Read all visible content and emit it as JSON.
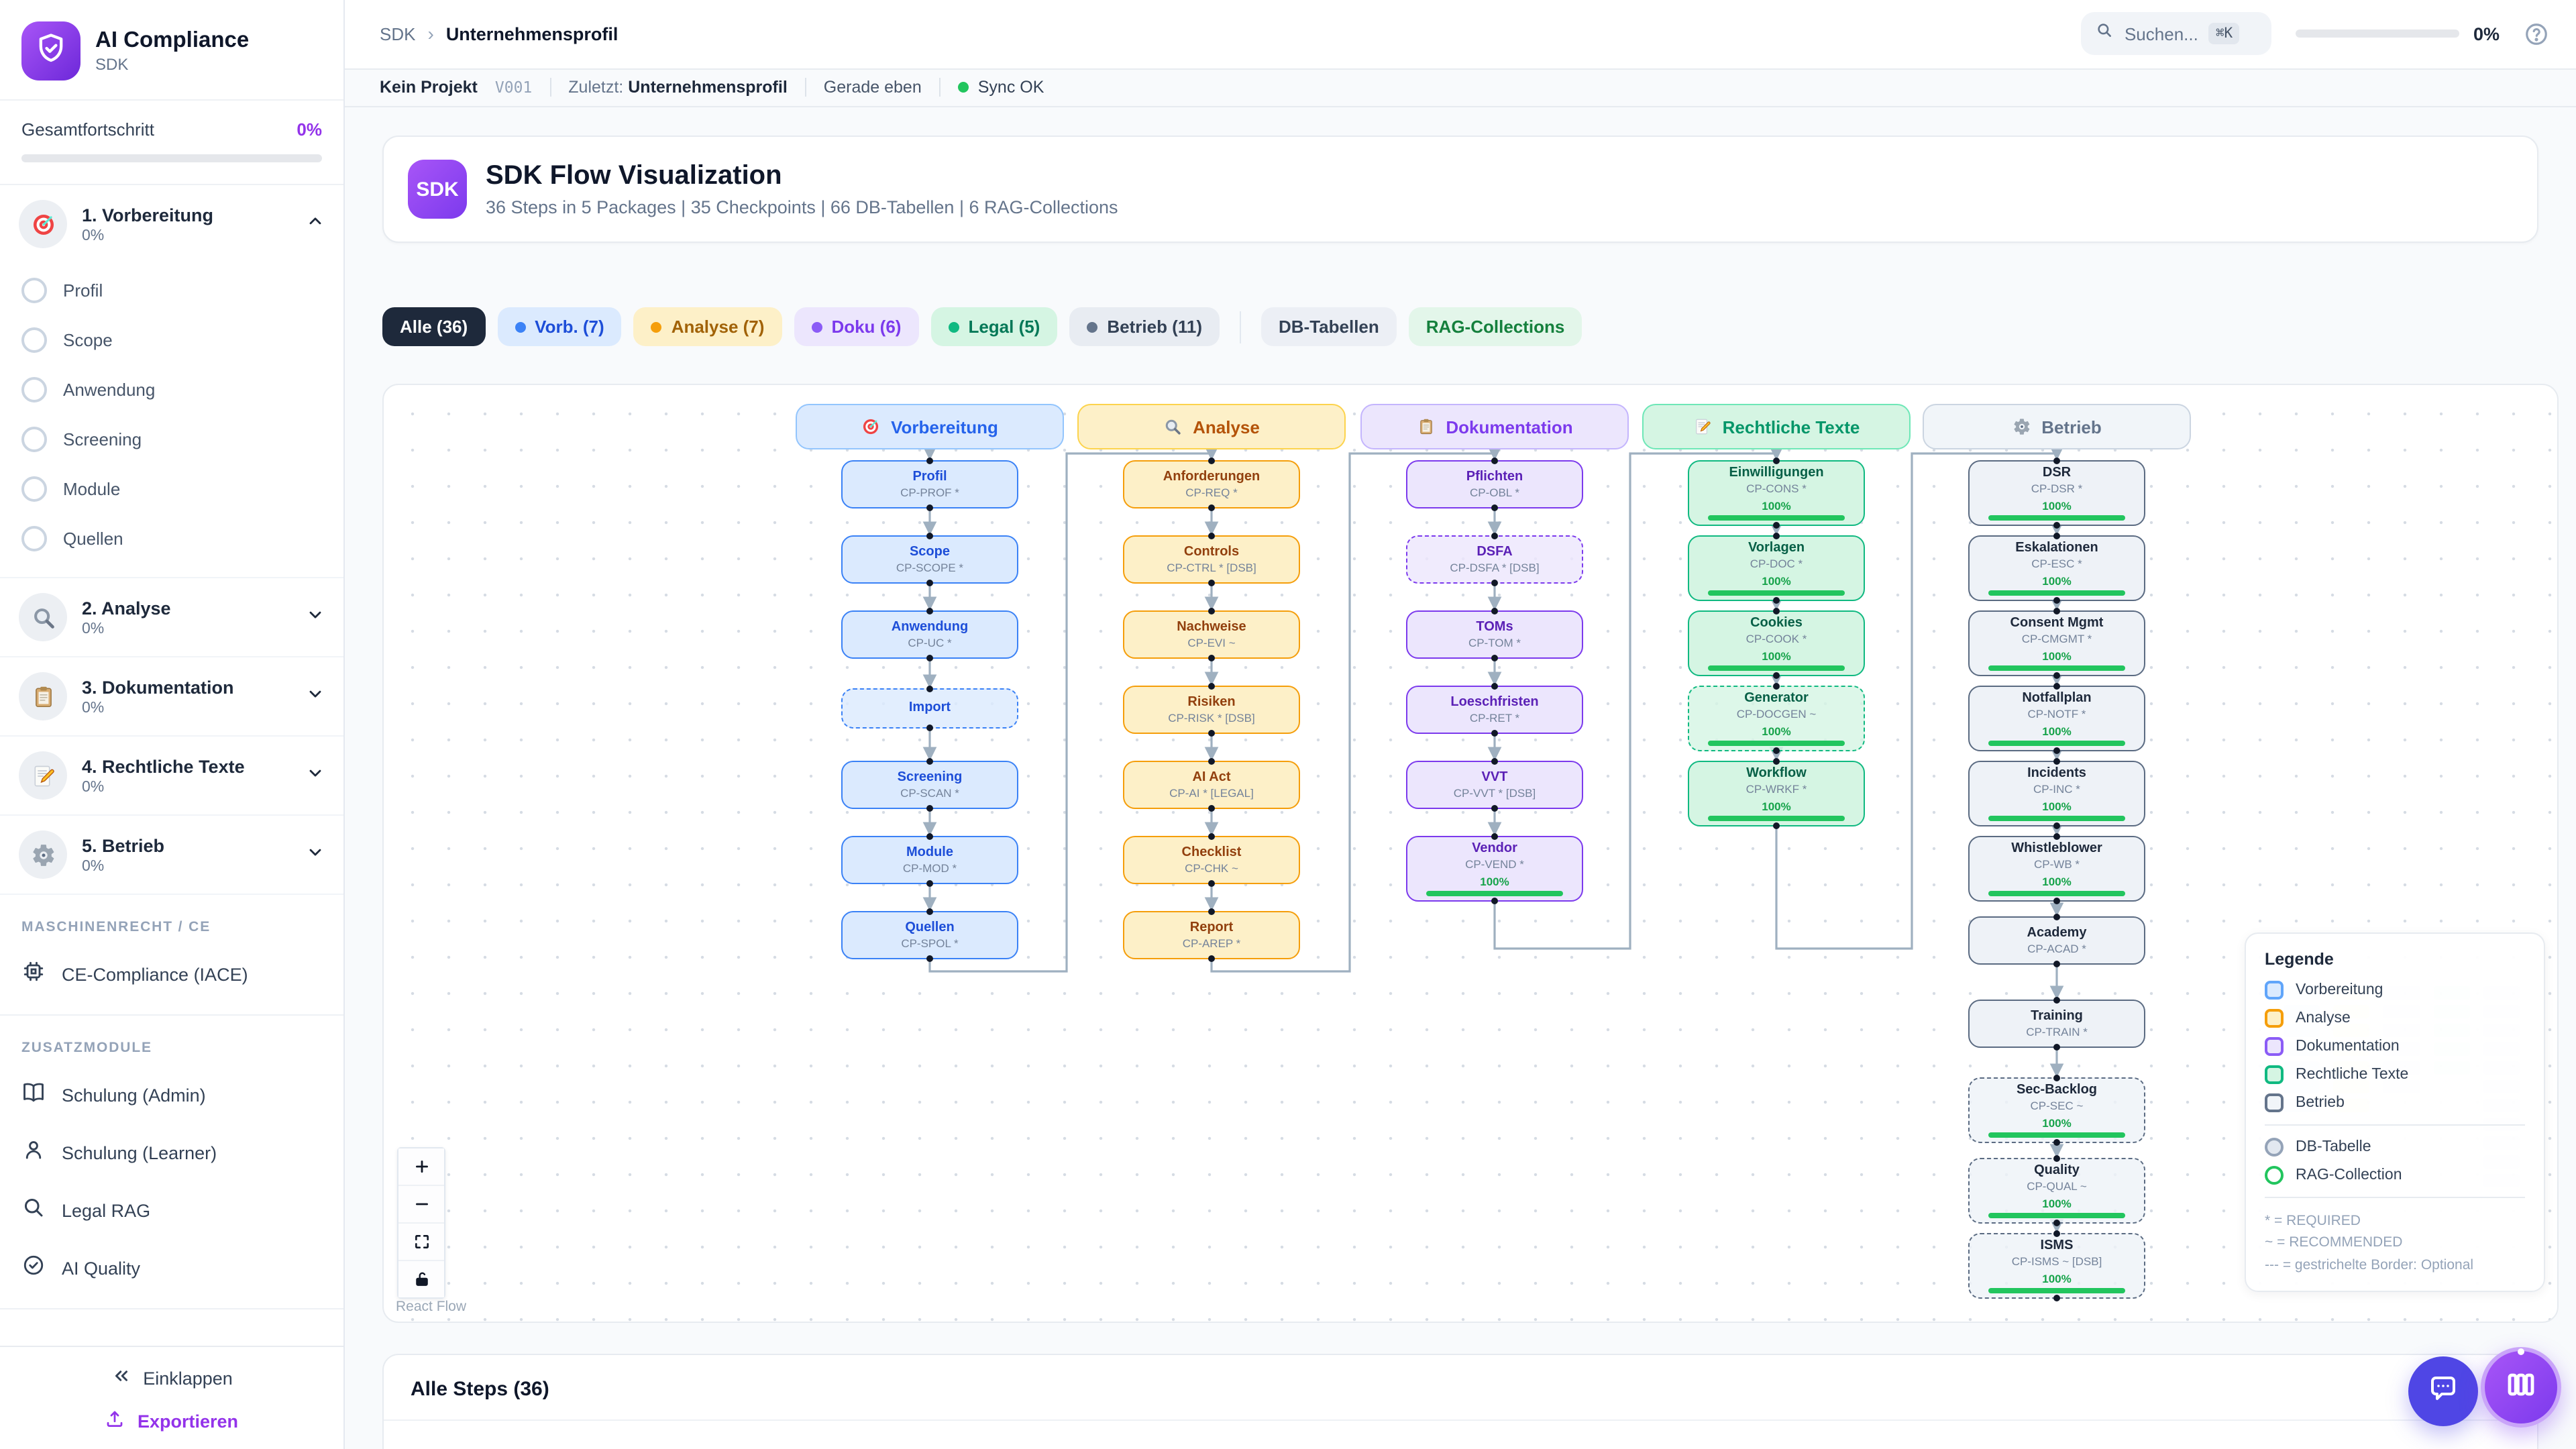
{
  "sidebar": {
    "app_title": "AI Compliance",
    "app_subtitle": "SDK",
    "overall_progress_label": "Gesamtfortschritt",
    "overall_progress_value": "0%",
    "overall_progress_pct": 0,
    "packages": [
      {
        "label": "1. Vorbereitung",
        "progress": "0%",
        "icon": "target-icon",
        "expanded": true,
        "items": [
          "Profil",
          "Scope",
          "Anwendung",
          "Screening",
          "Module",
          "Quellen"
        ]
      },
      {
        "label": "2. Analyse",
        "progress": "0%",
        "icon": "magnifier-icon",
        "expanded": false,
        "items": []
      },
      {
        "label": "3. Dokumentation",
        "progress": "0%",
        "icon": "clipboard-icon",
        "expanded": false,
        "items": []
      },
      {
        "label": "4. Rechtliche Texte",
        "progress": "0%",
        "icon": "memo-icon",
        "expanded": false,
        "items": []
      },
      {
        "label": "5. Betrieb",
        "progress": "0%",
        "icon": "gear-icon",
        "expanded": false,
        "items": []
      }
    ],
    "sections": [
      {
        "heading": "MASCHINENRECHT / CE",
        "items": [
          {
            "label": "CE-Compliance (IACE)",
            "icon": "chip-icon"
          }
        ]
      },
      {
        "heading": "ZUSATZMODULE",
        "items": [
          {
            "label": "Schulung (Admin)",
            "icon": "book-icon"
          },
          {
            "label": "Schulung (Learner)",
            "icon": "user-icon"
          },
          {
            "label": "Legal RAG",
            "icon": "search-icon"
          },
          {
            "label": "AI Quality",
            "icon": "check-circle-icon"
          }
        ]
      }
    ],
    "collapse_label": "Einklappen",
    "export_label": "Exportieren"
  },
  "header": {
    "breadcrumb_root": "SDK",
    "breadcrumb_sep": "›",
    "breadcrumb_current": "Unternehmensprofil",
    "search_placeholder": "Suchen...",
    "search_shortcut": "⌘K",
    "progress_value": "0%",
    "progress_pct": 0
  },
  "statusbar": {
    "project": "Kein Projekt",
    "version": "V001",
    "last_label": "Zuletzt:",
    "last_value": "Unternehmensprofil",
    "time": "Gerade eben",
    "sync_label": "Sync OK"
  },
  "overview_card": {
    "badge": "SDK",
    "title": "SDK Flow Visualization",
    "subtitle": "36 Steps in 5 Packages | 35 Checkpoints | 66 DB-Tabellen | 6 RAG-Collections"
  },
  "filters": [
    {
      "label": "Alle (36)",
      "bg": "#1e293b",
      "fg": "#ffffff",
      "dot": null,
      "active": true
    },
    {
      "label": "Vorb. (7)",
      "bg": "#dbeafe",
      "fg": "#1d4ed8",
      "dot": "#3b82f6"
    },
    {
      "label": "Analyse (7)",
      "bg": "#fdf0c8",
      "fg": "#a16207",
      "dot": "#f59e0b"
    },
    {
      "label": "Doku (6)",
      "bg": "#ece6fd",
      "fg": "#7c3aed",
      "dot": "#8b5cf6"
    },
    {
      "label": "Legal (5)",
      "bg": "#d5f5e3",
      "fg": "#047857",
      "dot": "#10b981"
    },
    {
      "label": "Betrieb (11)",
      "bg": "#e8ecf2",
      "fg": "#334155",
      "dot": "#64748b"
    },
    {
      "label": "DB-Tabellen",
      "bg": "#eceff5",
      "fg": "#334155",
      "dot": null
    },
    {
      "label": "RAG-Collections",
      "bg": "#e3f6ea",
      "fg": "#15803d",
      "dot": null
    }
  ],
  "flow": {
    "colors": {
      "blue": {
        "bg": "#dbeafe",
        "border": "#3b82f6",
        "text": "#1d4ed8",
        "headBg": "#dbeafe",
        "headBorder": "#93c5fd",
        "headText": "#2563eb"
      },
      "amber": {
        "bg": "#fdf0c8",
        "border": "#f59e0b",
        "text": "#92400e",
        "headBg": "#fdf0c8",
        "headBorder": "#fcd34d",
        "headText": "#b45309"
      },
      "purple": {
        "bg": "#ece6fd",
        "border": "#7c3aed",
        "text": "#5b21b6",
        "headBg": "#ece6fd",
        "headBorder": "#c4b5fd",
        "headText": "#7c3aed"
      },
      "green": {
        "bg": "#d5f5e3",
        "border": "#10b981",
        "text": "#065f46",
        "headBg": "#d5f5e3",
        "headBorder": "#6ee7b7",
        "headText": "#059669"
      },
      "slate": {
        "bg": "#eef2f7",
        "border": "#5b6b82",
        "text": "#1e293b",
        "headBg": "#f1f5f9",
        "headBorder": "#cbd5e1",
        "headText": "#64748b"
      }
    },
    "progress_color": "#22c55e",
    "edge_color": "#9fb0c0",
    "columns": [
      {
        "key": "vorbereitung",
        "label": "Vorbereitung",
        "icon": "target-icon",
        "color": "blue",
        "nodes": [
          {
            "title": "Profil",
            "code": "CP-PROF *"
          },
          {
            "title": "Scope",
            "code": "CP-SCOPE *"
          },
          {
            "title": "Anwendung",
            "code": "CP-UC *"
          },
          {
            "title": "Import",
            "code": "",
            "dashed": true
          },
          {
            "title": "Screening",
            "code": "CP-SCAN *"
          },
          {
            "title": "Module",
            "code": "CP-MOD *"
          },
          {
            "title": "Quellen",
            "code": "CP-SPOL *"
          }
        ]
      },
      {
        "key": "analyse",
        "label": "Analyse",
        "icon": "magnifier-icon",
        "color": "amber",
        "nodes": [
          {
            "title": "Anforderungen",
            "code": "CP-REQ *"
          },
          {
            "title": "Controls",
            "code": "CP-CTRL * [DSB]"
          },
          {
            "title": "Nachweise",
            "code": "CP-EVI ~"
          },
          {
            "title": "Risiken",
            "code": "CP-RISK * [DSB]"
          },
          {
            "title": "AI Act",
            "code": "CP-AI * [LEGAL]"
          },
          {
            "title": "Checklist",
            "code": "CP-CHK ~"
          },
          {
            "title": "Report",
            "code": "CP-AREP *"
          }
        ]
      },
      {
        "key": "dokumentation",
        "label": "Dokumentation",
        "icon": "clipboard-icon",
        "color": "purple",
        "nodes": [
          {
            "title": "Pflichten",
            "code": "CP-OBL *"
          },
          {
            "title": "DSFA",
            "code": "CP-DSFA * [DSB]",
            "dashed": true
          },
          {
            "title": "TOMs",
            "code": "CP-TOM *"
          },
          {
            "title": "Loeschfristen",
            "code": "CP-RET *"
          },
          {
            "title": "VVT",
            "code": "CP-VVT * [DSB]"
          },
          {
            "title": "Vendor",
            "code": "CP-VEND *",
            "progress": "100%"
          }
        ]
      },
      {
        "key": "rechtliche-texte",
        "label": "Rechtliche Texte",
        "icon": "memo-icon",
        "color": "green",
        "nodes": [
          {
            "title": "Einwilligungen",
            "code": "CP-CONS *",
            "progress": "100%"
          },
          {
            "title": "Vorlagen",
            "code": "CP-DOC *",
            "progress": "100%"
          },
          {
            "title": "Cookies",
            "code": "CP-COOK *",
            "progress": "100%"
          },
          {
            "title": "Generator",
            "code": "CP-DOCGEN ~",
            "progress": "100%",
            "dashed": true
          },
          {
            "title": "Workflow",
            "code": "CP-WRKF *",
            "progress": "100%"
          }
        ]
      },
      {
        "key": "betrieb",
        "label": "Betrieb",
        "icon": "gear-icon",
        "color": "slate",
        "nodes": [
          {
            "title": "DSR",
            "code": "CP-DSR *",
            "progress": "100%"
          },
          {
            "title": "Eskalationen",
            "code": "CP-ESC *",
            "progress": "100%"
          },
          {
            "title": "Consent Mgmt",
            "code": "CP-CMGMT *",
            "progress": "100%"
          },
          {
            "title": "Notfallplan",
            "code": "CP-NOTF *",
            "progress": "100%"
          },
          {
            "title": "Incidents",
            "code": "CP-INC *",
            "progress": "100%"
          },
          {
            "title": "Whistleblower",
            "code": "CP-WB *",
            "progress": "100%"
          },
          {
            "title": "Academy",
            "code": "CP-ACAD *"
          },
          {
            "title": "Training",
            "code": "CP-TRAIN *"
          },
          {
            "title": "Sec-Backlog",
            "code": "CP-SEC ~",
            "progress": "100%",
            "dashed": true
          },
          {
            "title": "Quality",
            "code": "CP-QUAL ~",
            "progress": "100%",
            "dashed": true
          },
          {
            "title": "ISMS",
            "code": "CP-ISMS ~ [DSB]",
            "progress": "100%",
            "dashed": true
          }
        ]
      }
    ]
  },
  "legend": {
    "title": "Legende",
    "package_items": [
      {
        "label": "Vorbereitung",
        "border": "#60a5fa",
        "fill": "#dbeafe"
      },
      {
        "label": "Analyse",
        "border": "#f59e0b",
        "fill": "#fdf0c8"
      },
      {
        "label": "Dokumentation",
        "border": "#8b5cf6",
        "fill": "#ece6fd"
      },
      {
        "label": "Rechtliche Texte",
        "border": "#10b981",
        "fill": "#d5f5e3"
      },
      {
        "label": "Betrieb",
        "border": "#64748b",
        "fill": "#f1f5f9"
      }
    ],
    "shape_items": [
      {
        "label": "DB-Tabelle",
        "border": "#94a3b8",
        "fill": "#e2e8f0"
      },
      {
        "label": "RAG-Collection",
        "border": "#22c55e",
        "fill": "#ffffff"
      }
    ],
    "notes": [
      "* = REQUIRED",
      "~ = RECOMMENDED",
      "--- = gestrichelte Border: Optional"
    ]
  },
  "rf_controls": {
    "zoom_in": "+",
    "zoom_out": "−",
    "attribution": "React Flow"
  },
  "steps_panel": {
    "title": "Alle Steps (36)"
  }
}
